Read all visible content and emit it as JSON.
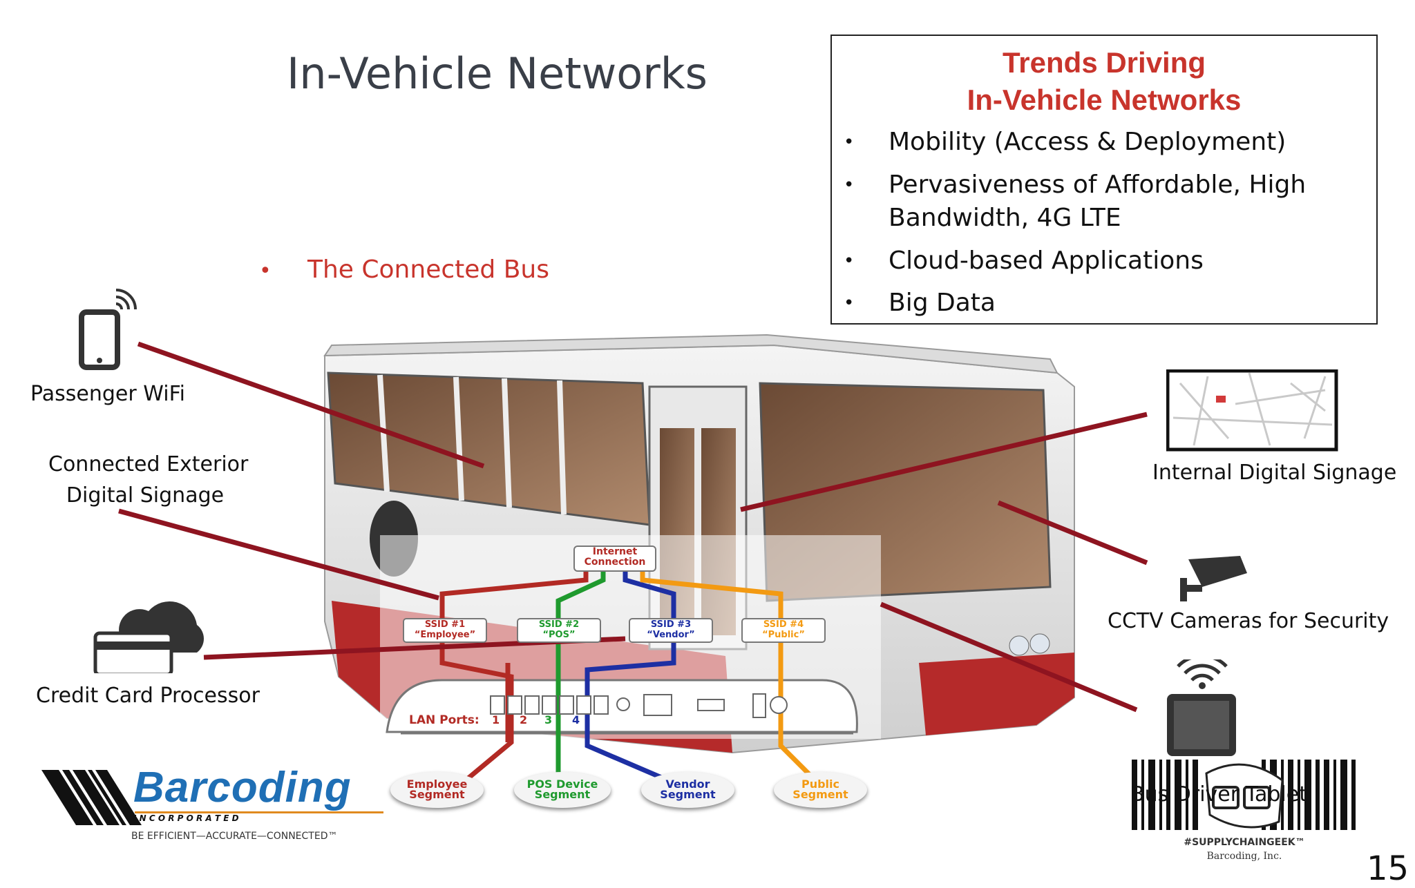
{
  "slide": {
    "title": "In-Vehicle Networks",
    "bullet": "The Connected Bus",
    "page_number": "15"
  },
  "trends_box": {
    "title_line1": "Trends Driving",
    "title_line2": "In-Vehicle Networks",
    "items": [
      "Mobility (Access & Deployment)",
      "Pervasiveness of Affordable, High Bandwidth, 4G LTE",
      "Cloud-based Applications",
      "Big Data"
    ]
  },
  "callouts": {
    "passenger_wifi": "Passenger WiFi",
    "exterior_signage_line1": "Connected Exterior",
    "exterior_signage_line2": "Digital Signage",
    "credit_card": "Credit Card Processor",
    "internal_signage": "Internal Digital Signage",
    "cctv": "CCTV Cameras for Security",
    "driver_tablet": "Bus Driver Tablet"
  },
  "diagram": {
    "internet_line1": "Internet",
    "internet_line2": "Connection",
    "ssids": [
      {
        "id": "SSID #1",
        "name": "“Employee”",
        "color": "#b22a24"
      },
      {
        "id": "SSID #2",
        "name": "“POS”",
        "color": "#1f9a2e"
      },
      {
        "id": "SSID #3",
        "name": "“Vendor”",
        "color": "#1d2fa3"
      },
      {
        "id": "SSID #4",
        "name": "“Public”",
        "color": "#f39a12"
      }
    ],
    "lan_label": "LAN Ports:",
    "ports": [
      "1",
      "2",
      "3",
      "4"
    ],
    "segments": [
      {
        "line1": "Employee",
        "line2": "Segment",
        "color": "#b22a24"
      },
      {
        "line1": "POS Device",
        "line2": "Segment",
        "color": "#1f9a2e"
      },
      {
        "line1": "Vendor",
        "line2": "Segment",
        "color": "#1d2fa3"
      },
      {
        "line1": "Public",
        "line2": "Segment",
        "color": "#f39a12"
      }
    ]
  },
  "logo": {
    "name": "Barcoding",
    "subtitle": "I N C O R P O R A T E D",
    "tagline": "BE EFFICIENT—ACCURATE—CONNECTED™"
  },
  "geek_logo": {
    "hashtag": "#SUPPLYCHAINGEEK™",
    "company": "Barcoding, Inc."
  },
  "colors": {
    "accent_red": "#c8342c",
    "leader_line": "#8e1420",
    "title_gray": "#3a3f48"
  }
}
